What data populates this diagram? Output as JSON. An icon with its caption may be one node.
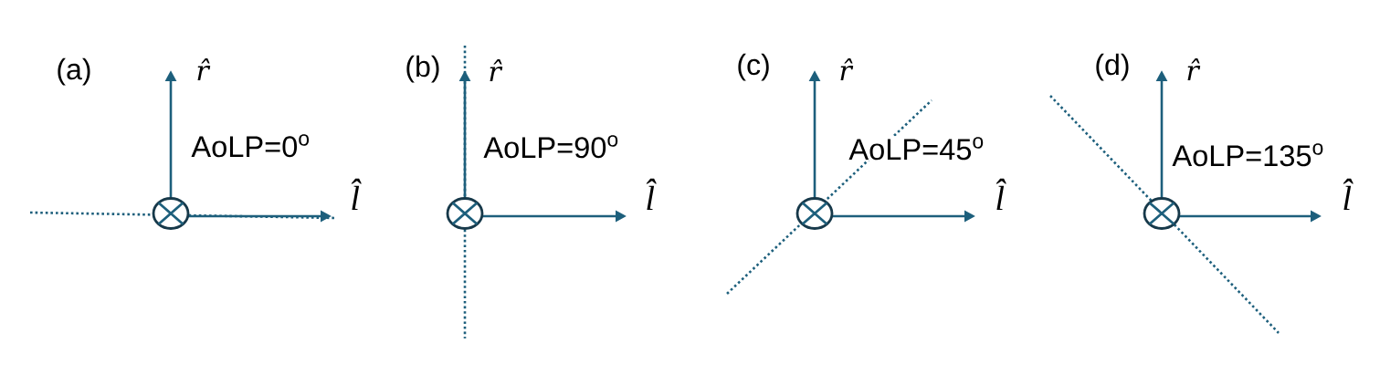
{
  "diagram": {
    "labels": [
      "(a)",
      "r̂",
      "AoLP=0$^{o}$",
      "l̂",
      "(b)",
      "r̂",
      "AoLP=90$^{o}$",
      "l̂",
      "(c)",
      "r̂",
      "AoLP=45$^{o}$",
      "l̂",
      "(d)",
      "r̂",
      "AoLP=135$^{o}$",
      "l̂"
    ]
  }
}
